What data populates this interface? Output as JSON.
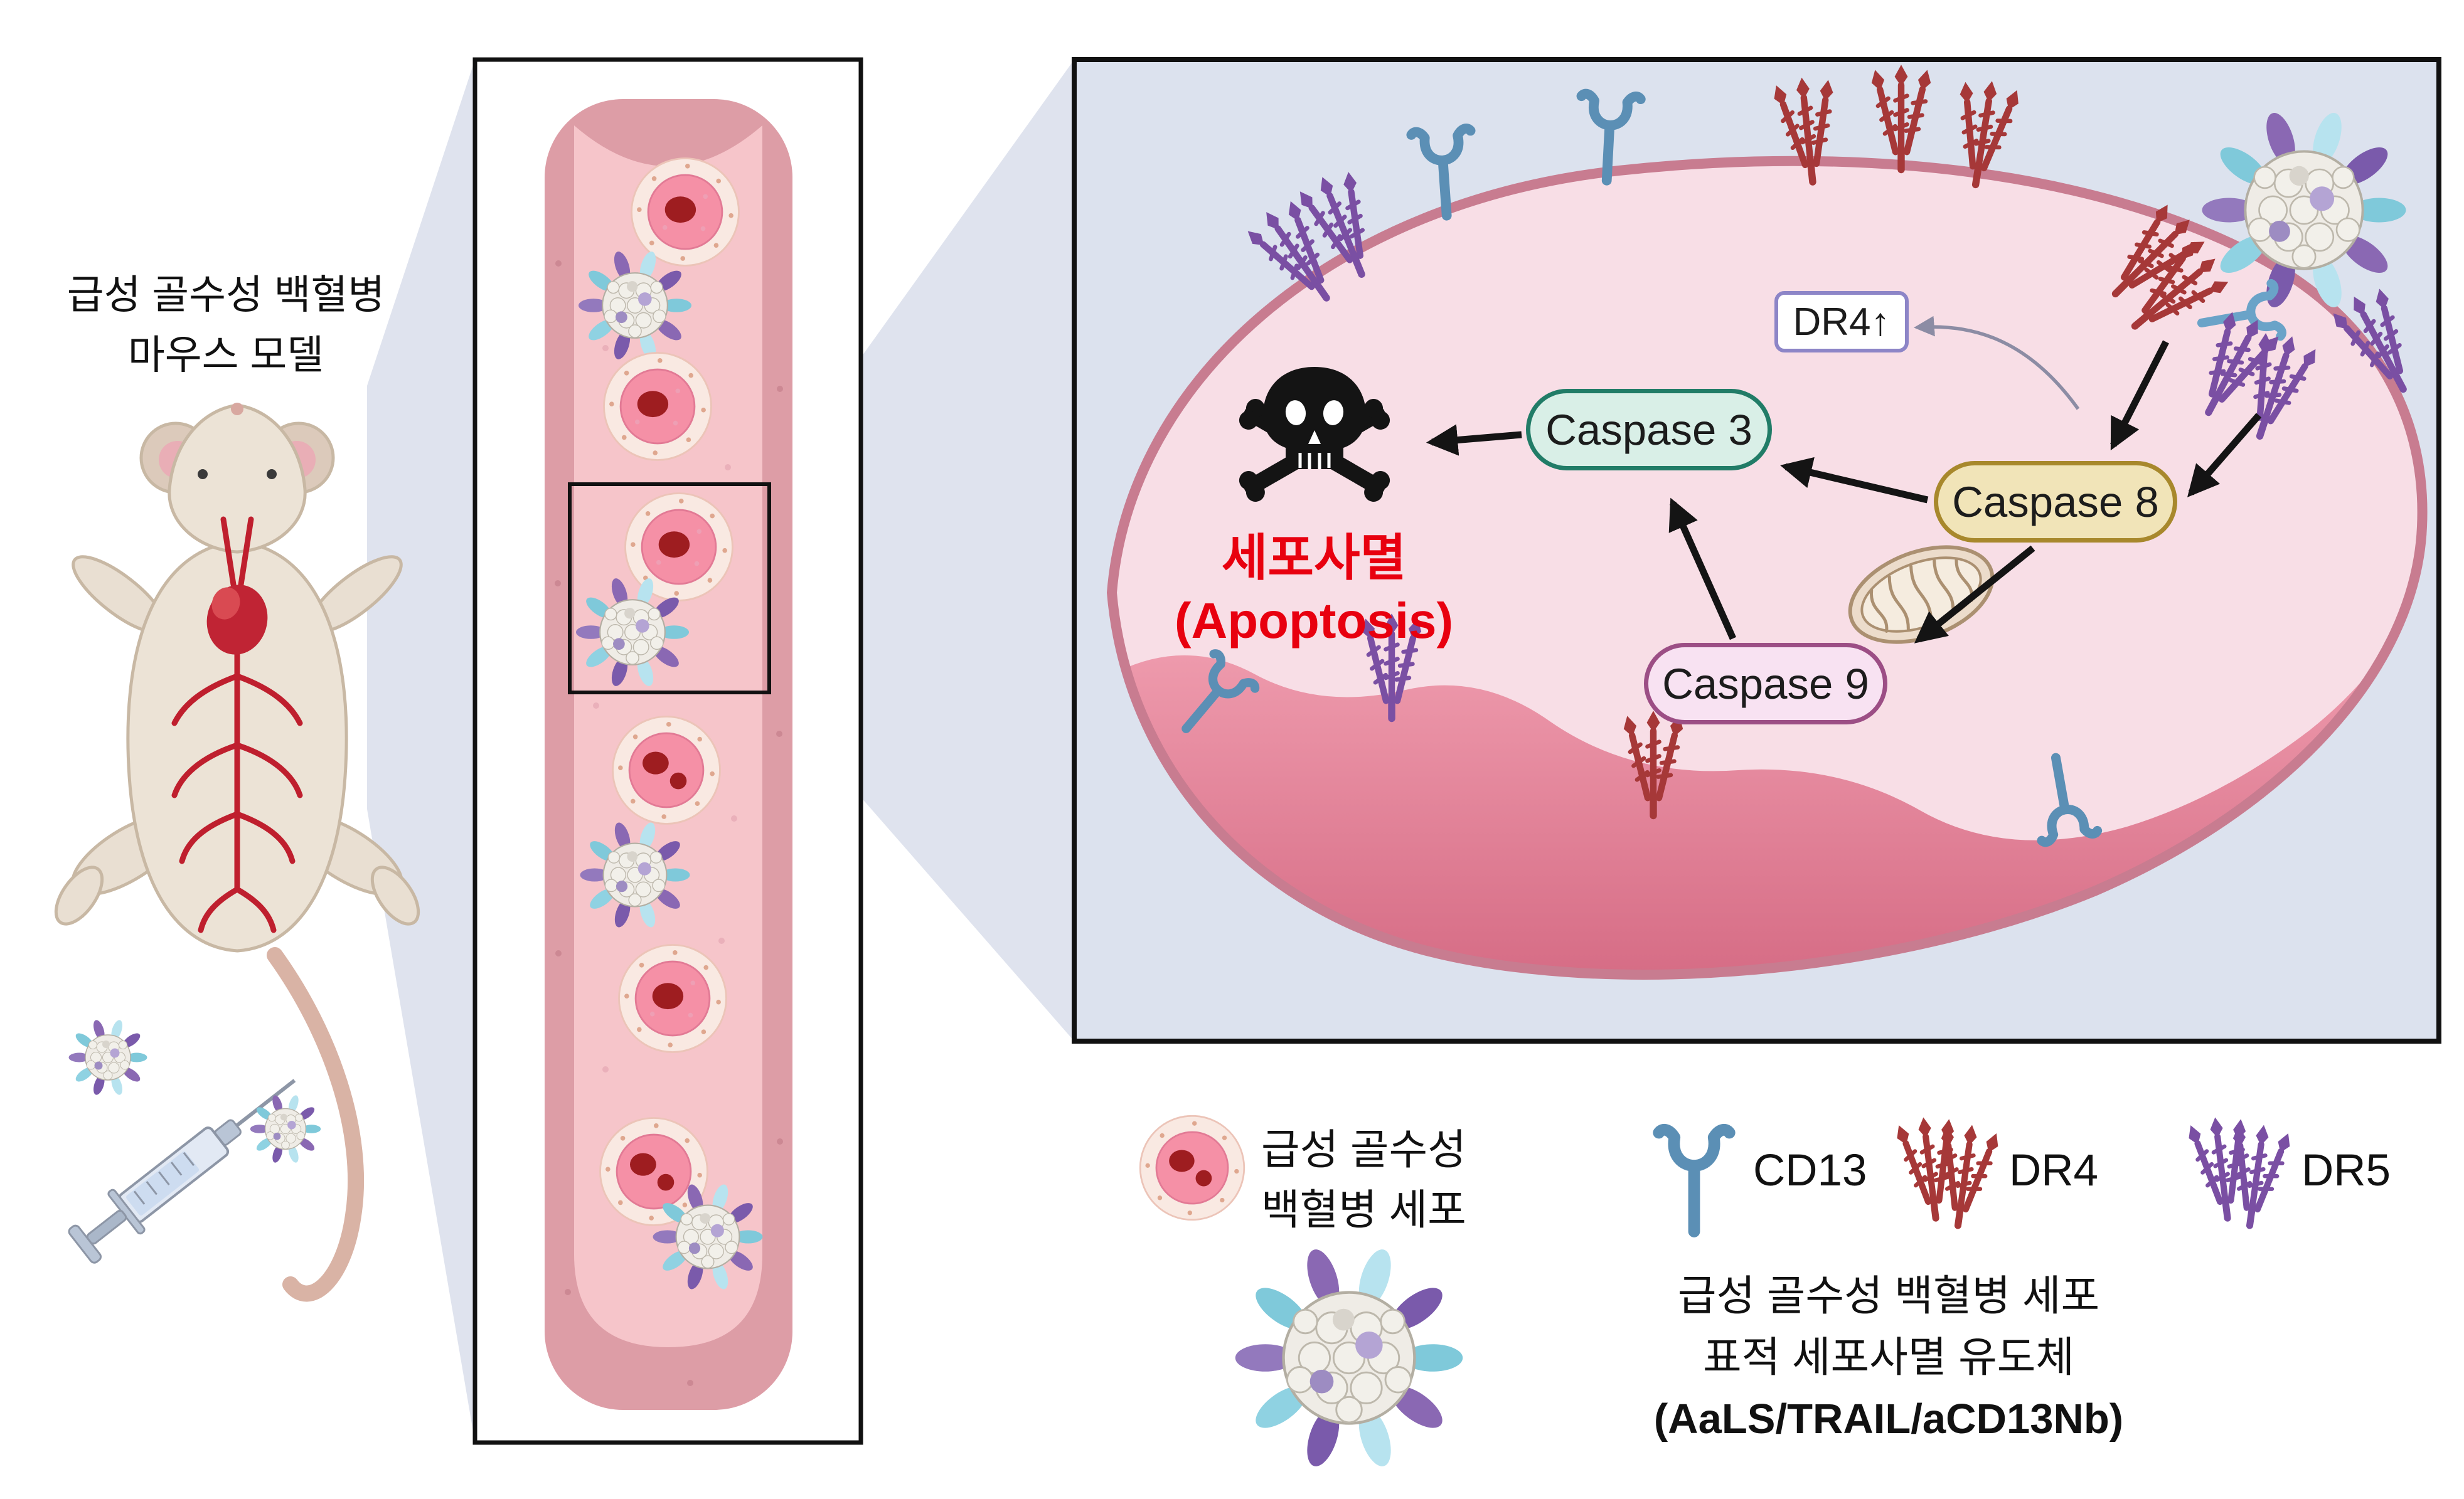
{
  "mouse_panel": {
    "label_line1": "급성 골수성 백혈병",
    "label_line2": "마우스 모델"
  },
  "pathway_panel": {
    "dr4_box": "DR4↑",
    "caspase3": "Caspase 3",
    "caspase8": "Caspase 8",
    "caspase9": "Caspase 9",
    "apoptosis_kr": "세포사멸",
    "apoptosis_en": "(Apoptosis)"
  },
  "legend": {
    "aml_cell_line1": "급성 골수성",
    "aml_cell_line2": "백혈병 세포",
    "cd13_label": "CD13",
    "dr4_label": "DR4",
    "dr5_label": "DR5",
    "inducer_line1": "급성 골수성 백혈병 세포",
    "inducer_line2": "표적 세포사멸 유도체",
    "inducer_line3": "(AaLS/TRAIL/aCD13Nb)"
  },
  "colors": {
    "apoptosis_text": "#e8000f",
    "caspase3_fill": "#d9efe7",
    "caspase3_border": "#217c67",
    "caspase8_fill": "#f1e4b8",
    "caspase8_border": "#a8882c",
    "caspase9_fill": "#f8e2f2",
    "caspase9_border": "#9c4e85",
    "dr4_box_border": "#8d85c7",
    "dr4_receptor": "#a63838",
    "dr5_receptor": "#7a4fa3",
    "cd13_receptor": "#5b8fb5",
    "panel_background": "#dce2ee",
    "cell_fill": "#f8dee6",
    "cell_membrane": "#c87c90",
    "vessel_wall": "#dd9da6",
    "vessel_lumen": "#f6c5ca"
  }
}
